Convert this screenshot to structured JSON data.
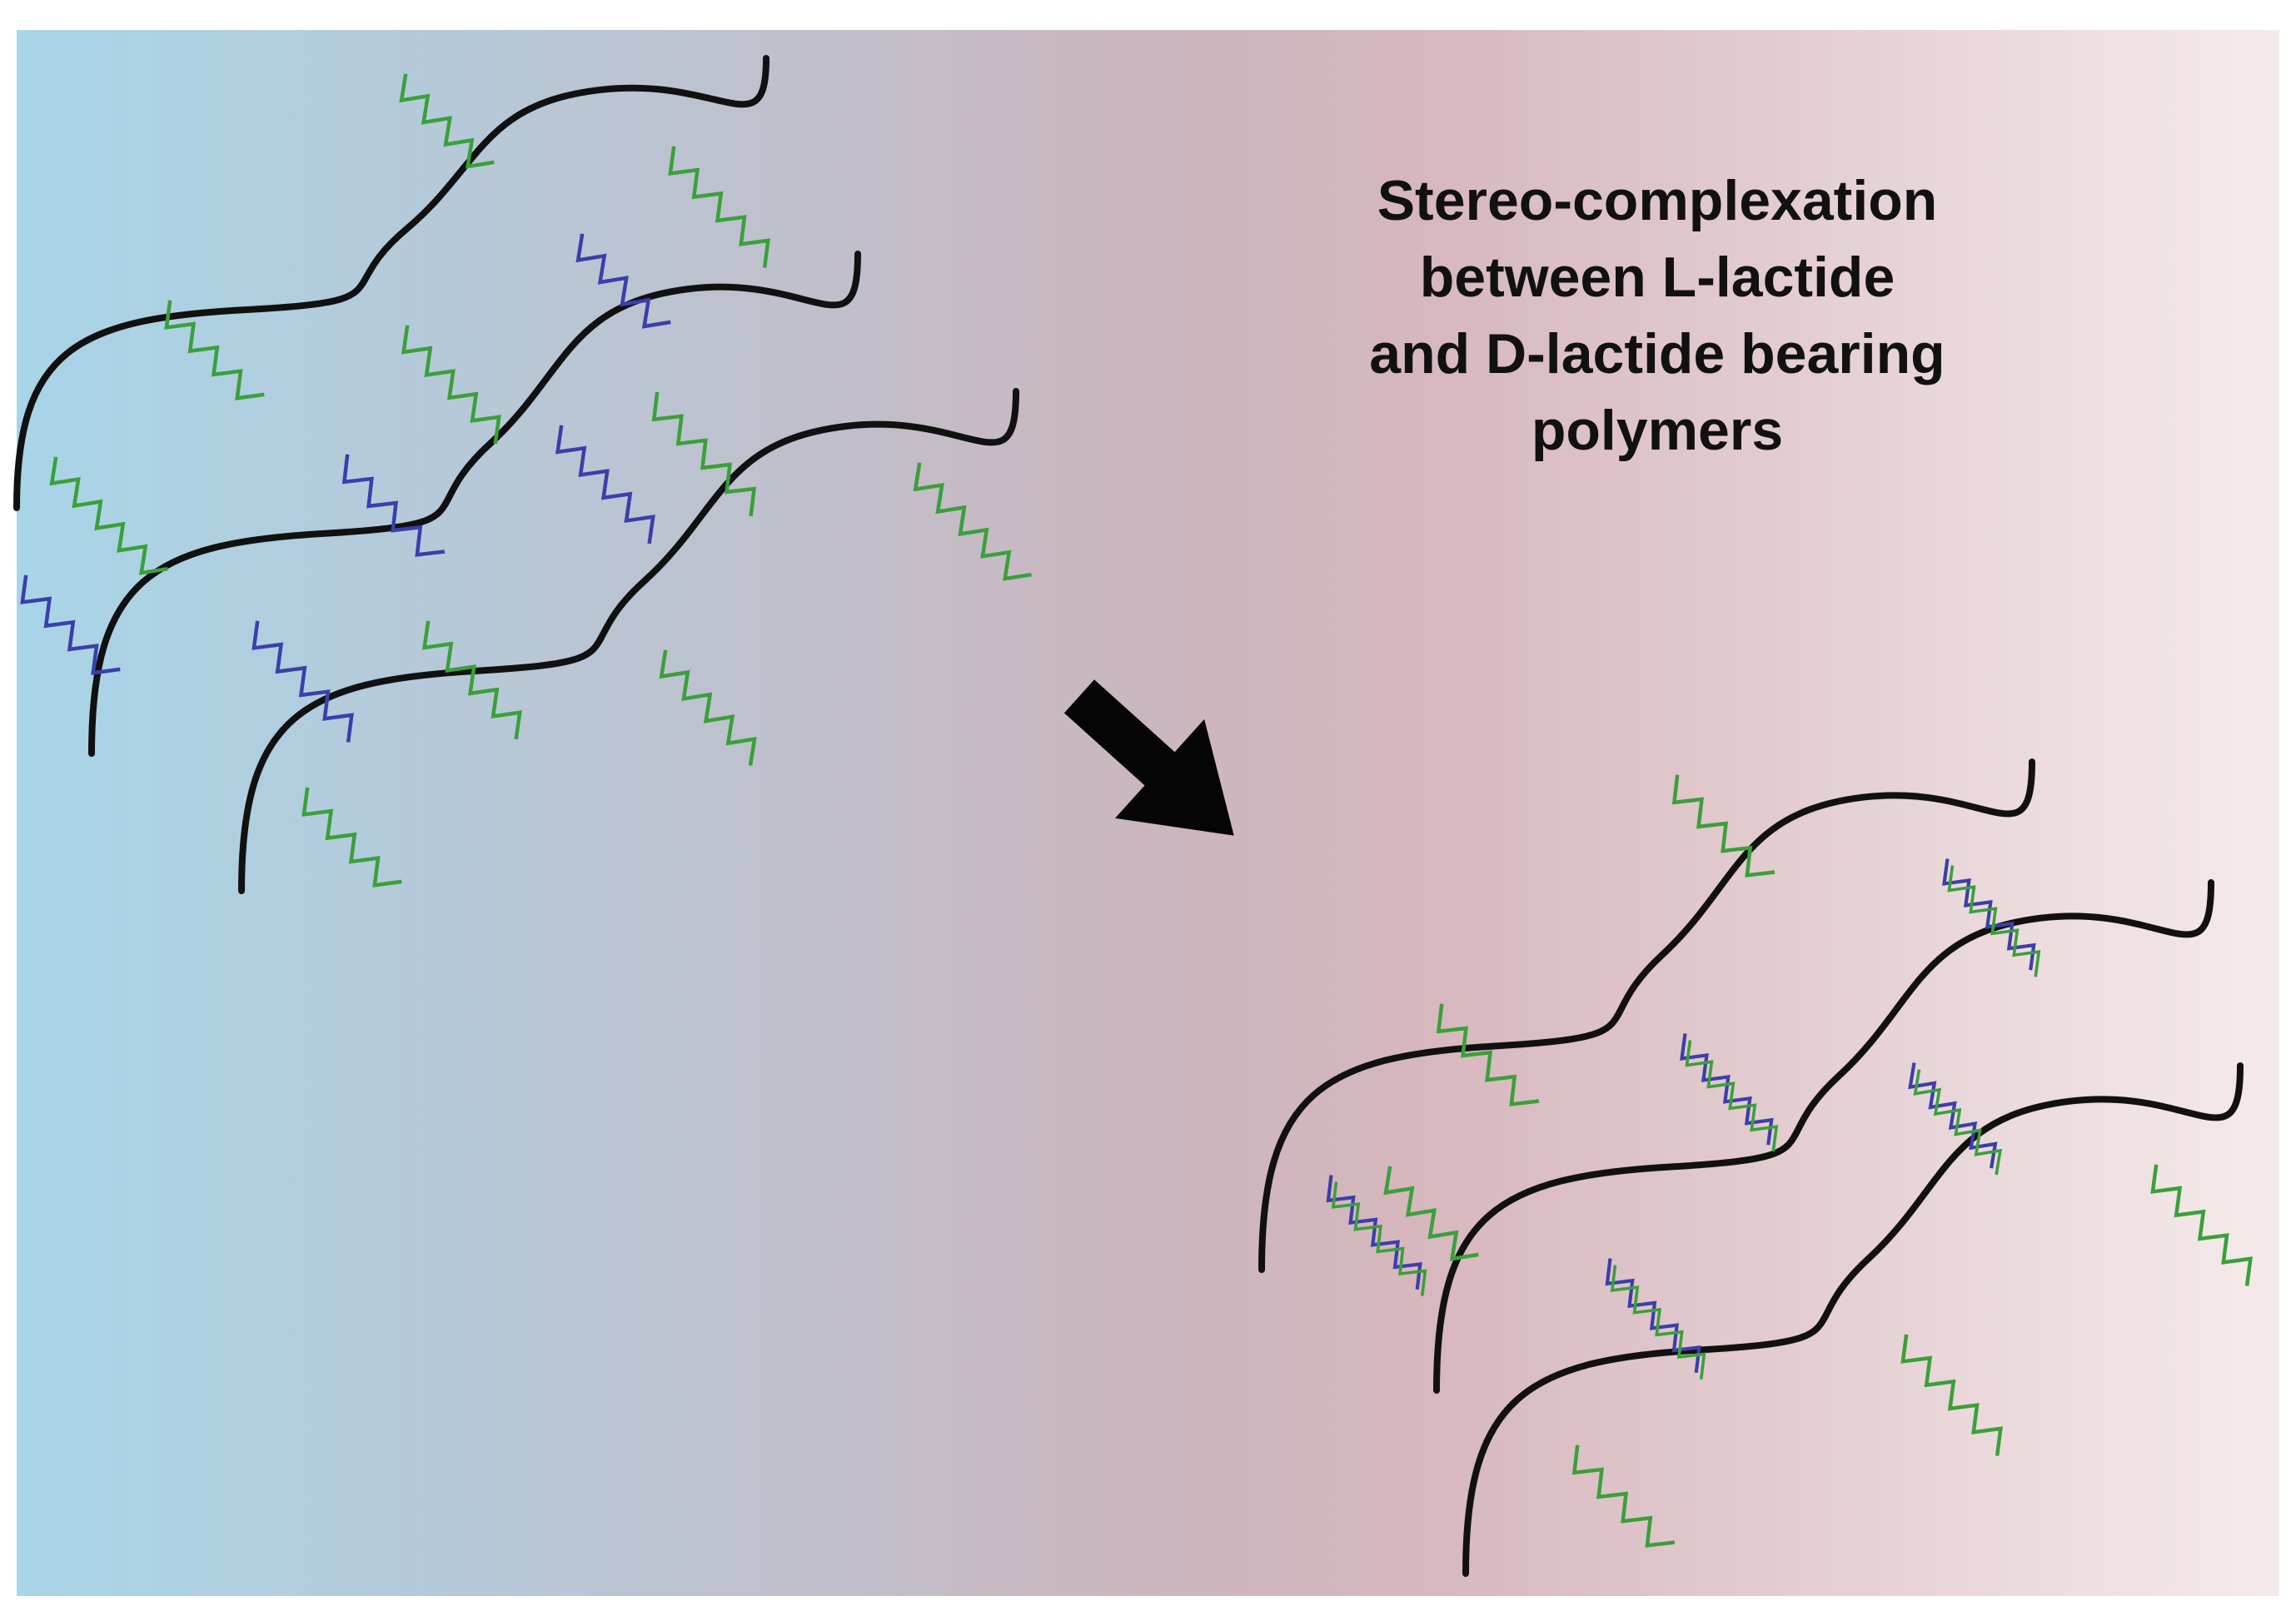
{
  "caption": {
    "lines": [
      "Stereo-complexation",
      "between L-lactide",
      "and D-lactide bearing",
      "polymers"
    ]
  },
  "colors": {
    "background_left": "#a8d5e8",
    "background_mid": "#cfb6bf",
    "background_right": "#f5eaea",
    "backbone": "#111111",
    "l_lactide_chain": "#3aa03a",
    "d_lactide_chain": "#3b3faa",
    "arrow": "#050505"
  },
  "icons": {
    "transition_arrow": "arrow-down-right-icon"
  }
}
